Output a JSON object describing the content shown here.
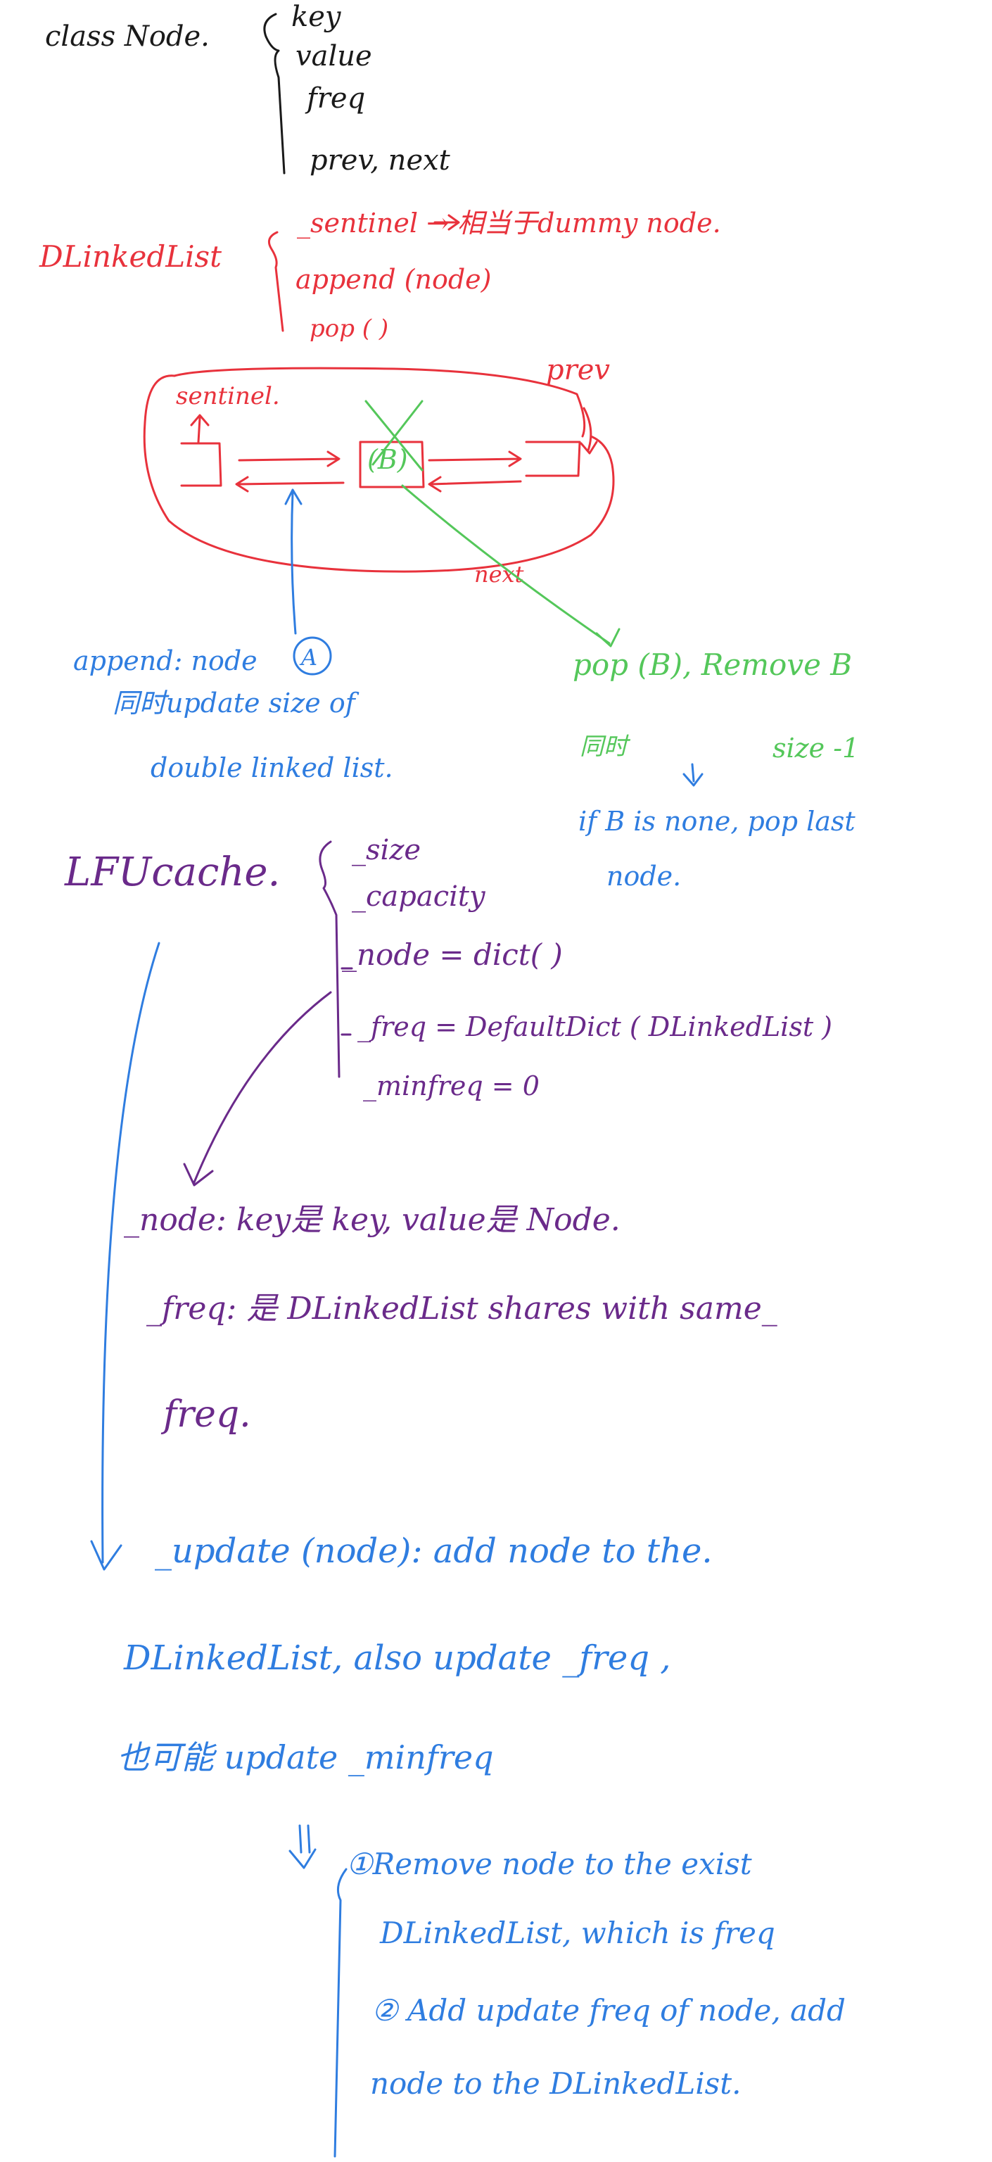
{
  "colors": {
    "black": "#1a1a1a",
    "red": "#e8323c",
    "green": "#54c75a",
    "blue": "#2f7de0",
    "purple": "#6a2a8a"
  },
  "node_class": {
    "title": "class Node.",
    "fields": [
      "key",
      "value",
      "freq",
      "prev, next"
    ]
  },
  "dlinkedlist": {
    "title": "DLinkedList",
    "methods": [
      "_sentinel → 相当于dummy node.",
      "append (node)",
      "pop ( )"
    ]
  },
  "diagram": {
    "sentinel_label": "sentinel.",
    "node_b_label": "(B)",
    "prev_label": "prev",
    "next_label": "next",
    "node_a_label": "A"
  },
  "append_note": [
    "append: node",
    "同时update size of",
    "double linked list."
  ],
  "pop_note": [
    "pop (B), Remove B",
    "同时",
    "size -1",
    "if B is none, pop last",
    "node."
  ],
  "lfucache": {
    "title": "LFUcache.",
    "fields": [
      "_size",
      "_capacity",
      "_node = dict( )",
      "_freq = DefaultDict ( DLinkedList )",
      "_minfreq = 0"
    ]
  },
  "explanations": [
    "_node: key是 key, value是 Node.",
    "_freq: 是 DLinkedList shares with same_",
    "freq."
  ],
  "update_note": [
    "_update (node): add node to the.",
    "DLinkedList, also update _freq ,",
    "也可能 update _minfreq"
  ],
  "update_steps": [
    "①Remove node to the exist",
    "DLinkedList, which is freq",
    "② Add update freq of node, add",
    "node to the DLinkedList."
  ]
}
